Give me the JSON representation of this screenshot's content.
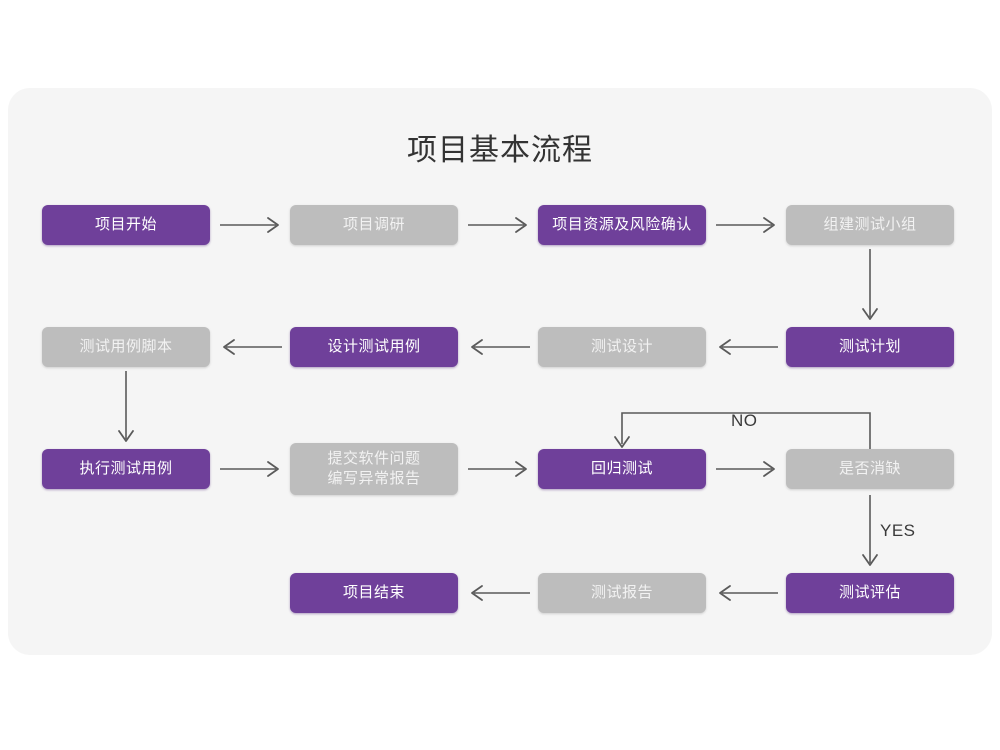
{
  "page": {
    "title": "项目基本流程",
    "background_color": "#ffffff",
    "card_color": "#f5f5f5"
  },
  "colors": {
    "accent_purple": "#6f409a",
    "muted_gray": "#bdbdbd",
    "arrow_gray": "#5a5a5a",
    "title_text": "#333333"
  },
  "flow": {
    "nodes": [
      {
        "id": "n1",
        "label": "项目开始",
        "style": "purple",
        "row": 1,
        "col": 1
      },
      {
        "id": "n2",
        "label": "项目调研",
        "style": "gray",
        "row": 1,
        "col": 2
      },
      {
        "id": "n3",
        "label": "项目资源及风险确认",
        "style": "purple",
        "row": 1,
        "col": 3
      },
      {
        "id": "n4",
        "label": "组建测试小组",
        "style": "gray",
        "row": 1,
        "col": 4
      },
      {
        "id": "n5",
        "label": "测试用例脚本",
        "style": "gray",
        "row": 2,
        "col": 1
      },
      {
        "id": "n6",
        "label": "设计测试用例",
        "style": "purple",
        "row": 2,
        "col": 2
      },
      {
        "id": "n7",
        "label": "测试设计",
        "style": "gray",
        "row": 2,
        "col": 3
      },
      {
        "id": "n8",
        "label": "测试计划",
        "style": "purple",
        "row": 2,
        "col": 4
      },
      {
        "id": "n9",
        "label": "执行测试用例",
        "style": "purple",
        "row": 3,
        "col": 1
      },
      {
        "id": "n10",
        "label": "提交软件问题\n编写异常报告",
        "style": "gray",
        "row": 3,
        "col": 2
      },
      {
        "id": "n11",
        "label": "回归测试",
        "style": "purple",
        "row": 3,
        "col": 3
      },
      {
        "id": "n12",
        "label": "是否消缺",
        "style": "gray",
        "row": 3,
        "col": 4
      },
      {
        "id": "n13",
        "label": "项目结束",
        "style": "purple",
        "row": 4,
        "col": 2
      },
      {
        "id": "n14",
        "label": "测试报告",
        "style": "gray",
        "row": 4,
        "col": 3
      },
      {
        "id": "n15",
        "label": "测试评估",
        "style": "purple",
        "row": 4,
        "col": 4
      }
    ],
    "edge_labels": {
      "no": "NO",
      "yes": "YES"
    },
    "edges": [
      {
        "from": "n1",
        "to": "n2",
        "direction": "right"
      },
      {
        "from": "n2",
        "to": "n3",
        "direction": "right"
      },
      {
        "from": "n3",
        "to": "n4",
        "direction": "right"
      },
      {
        "from": "n4",
        "to": "n8",
        "direction": "down"
      },
      {
        "from": "n8",
        "to": "n7",
        "direction": "left"
      },
      {
        "from": "n7",
        "to": "n6",
        "direction": "left"
      },
      {
        "from": "n6",
        "to": "n5",
        "direction": "left"
      },
      {
        "from": "n5",
        "to": "n9",
        "direction": "down"
      },
      {
        "from": "n9",
        "to": "n10",
        "direction": "right"
      },
      {
        "from": "n10",
        "to": "n11",
        "direction": "right"
      },
      {
        "from": "n11",
        "to": "n12",
        "direction": "right"
      },
      {
        "from": "n12",
        "to": "n11",
        "direction": "loop-back",
        "label": "NO"
      },
      {
        "from": "n12",
        "to": "n15",
        "direction": "down",
        "label": "YES"
      },
      {
        "from": "n15",
        "to": "n14",
        "direction": "left"
      },
      {
        "from": "n14",
        "to": "n13",
        "direction": "left"
      }
    ]
  }
}
